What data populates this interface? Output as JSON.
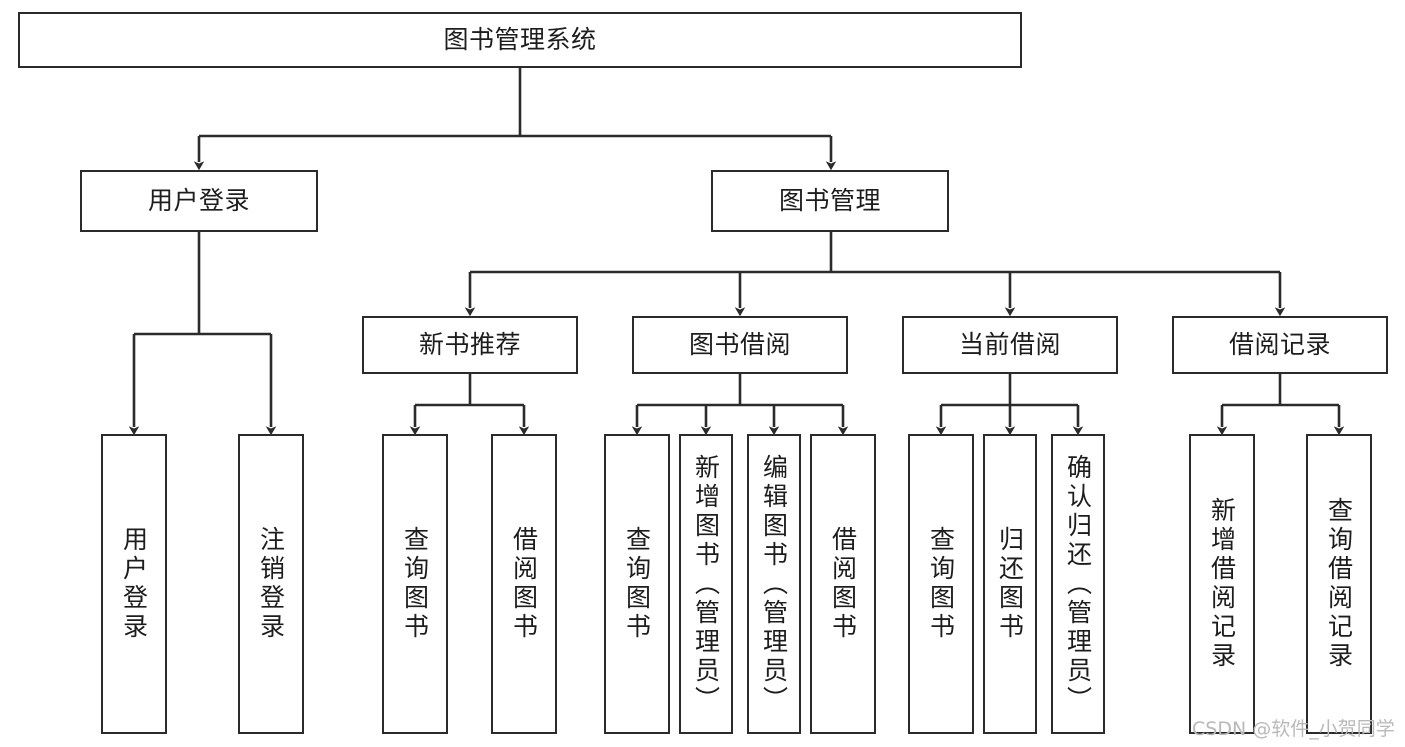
{
  "diagram": {
    "title": "图书管理系统",
    "type": "tree-hierarchy",
    "watermark": "CSDN @软件_小贺同学",
    "colors": {
      "box_border": "#2b2b2b",
      "box_fill": "#ffffff",
      "connector": "#2b2b2b",
      "text": "#1d1d1d",
      "watermark": "#b9b9b9",
      "background": "#ffffff"
    },
    "levels": {
      "root": "图书管理系统",
      "level2": [
        "用户登录",
        "图书管理"
      ],
      "level3": [
        "新书推荐",
        "图书借阅",
        "当前借阅",
        "借阅记录"
      ]
    },
    "nodes": {
      "root": {
        "label": "图书管理系统"
      },
      "user_login": {
        "label": "用户登录"
      },
      "book_manage": {
        "label": "图书管理"
      },
      "new_book_rec": {
        "label": "新书推荐"
      },
      "book_borrow": {
        "label": "图书借阅"
      },
      "current_borrow": {
        "label": "当前借阅"
      },
      "borrow_record": {
        "label": "借阅记录"
      },
      "leaf_user_login": {
        "label": "用户登录"
      },
      "leaf_user_logout": {
        "label": "注销登录"
      },
      "leaf_query_book_1": {
        "label": "查询图书"
      },
      "leaf_borrow_book_1": {
        "label": "借阅图书"
      },
      "leaf_query_book_2": {
        "label": "查询图书"
      },
      "leaf_add_book_admin": {
        "label": "新增图书（管理员）"
      },
      "leaf_edit_book_admin": {
        "label": "编辑图书（管理员）"
      },
      "leaf_borrow_book_2": {
        "label": "借阅图书"
      },
      "leaf_query_book_3": {
        "label": "查询图书"
      },
      "leaf_return_book": {
        "label": "归还图书"
      },
      "leaf_confirm_return_admin": {
        "label": "确认归还（管理员）"
      },
      "leaf_add_borrow_record": {
        "label": "新增借阅记录"
      },
      "leaf_query_borrow_record": {
        "label": "查询借阅记录"
      }
    },
    "edges": [
      {
        "from": "root",
        "to": "user_login"
      },
      {
        "from": "root",
        "to": "book_manage"
      },
      {
        "from": "user_login",
        "to": "leaf_user_login"
      },
      {
        "from": "user_login",
        "to": "leaf_user_logout"
      },
      {
        "from": "book_manage",
        "to": "new_book_rec"
      },
      {
        "from": "book_manage",
        "to": "book_borrow"
      },
      {
        "from": "book_manage",
        "to": "current_borrow"
      },
      {
        "from": "book_manage",
        "to": "borrow_record"
      },
      {
        "from": "new_book_rec",
        "to": "leaf_query_book_1"
      },
      {
        "from": "new_book_rec",
        "to": "leaf_borrow_book_1"
      },
      {
        "from": "book_borrow",
        "to": "leaf_query_book_2"
      },
      {
        "from": "book_borrow",
        "to": "leaf_add_book_admin"
      },
      {
        "from": "book_borrow",
        "to": "leaf_edit_book_admin"
      },
      {
        "from": "book_borrow",
        "to": "leaf_borrow_book_2"
      },
      {
        "from": "current_borrow",
        "to": "leaf_query_book_3"
      },
      {
        "from": "current_borrow",
        "to": "leaf_return_book"
      },
      {
        "from": "current_borrow",
        "to": "leaf_confirm_return_admin"
      },
      {
        "from": "borrow_record",
        "to": "leaf_add_borrow_record"
      },
      {
        "from": "borrow_record",
        "to": "leaf_query_borrow_record"
      }
    ]
  }
}
